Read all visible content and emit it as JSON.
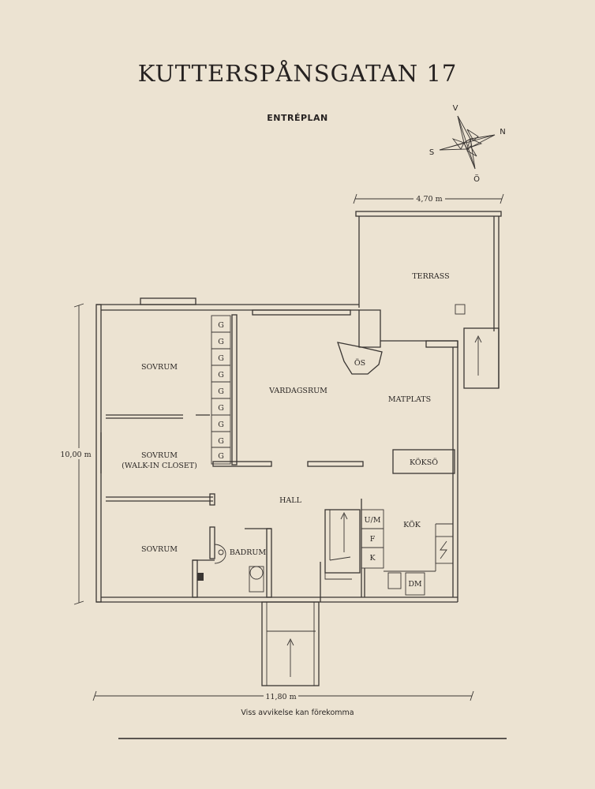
{
  "title": "KUTTERSPÅNSGATAN 17",
  "subtitle": "ENTRÉPLAN",
  "compass": {
    "north": "N",
    "south": "S",
    "east": "Ö",
    "west": "V"
  },
  "dimensions": {
    "width": "11,80 m",
    "height": "10,00 m",
    "terrace_width": "4,70 m"
  },
  "rooms": {
    "bedroom_1": "SOVRUM",
    "bedroom_2": "SOVRUM",
    "bedroom_2_sub": "(WALK-IN CLOSET)",
    "bedroom_3": "SOVRUM",
    "bathroom": "BADRUM",
    "living": "VARDAGSRUM",
    "dining": "MATPLATS",
    "hall": "HALL",
    "kitchen": "KÖK",
    "kitchen_island": "KÖKSÖ",
    "terrace": "TERRASS",
    "fireplace": "ÖS"
  },
  "fixtures": {
    "wardrobe_label": "G",
    "appliances": [
      "U/M",
      "F",
      "K"
    ],
    "dishwasher": "DM"
  },
  "disclaimer": "Viss avvikelse kan förekomma"
}
